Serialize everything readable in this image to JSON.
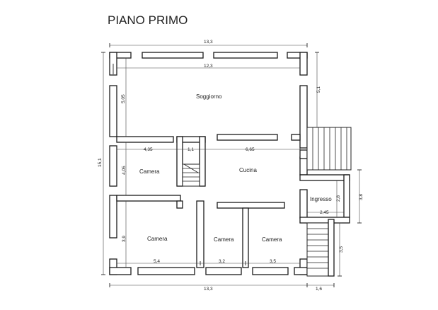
{
  "title": "PIANO PRIMO",
  "rooms": {
    "soggiorno": "Soggiorno",
    "camera_mid": "Camera",
    "cucina": "Cucina",
    "ingresso": "Ingresso",
    "camera_bl": "Camera",
    "camera_bc": "Camera",
    "camera_br": "Camera"
  },
  "dims": {
    "top_overall": "13,3",
    "top_inner": "12,3",
    "left_overall": "15,1",
    "soggiorno_depth": "5,05",
    "right_upper": "5,1",
    "camera_mid_width": "4,35",
    "stair_width": "1,1",
    "cucina_width": "6,65",
    "camera_mid_depth": "4,05",
    "ingresso_depth": "2,8",
    "ingresso_width": "2,45",
    "right_balcony": "3,8",
    "right_lower": "3,5",
    "camera_bl_depth": "3,9",
    "bottom_left": "5,4",
    "bottom_mid": "3,2",
    "bottom_right": "3,5",
    "bottom_overall": "13,3",
    "bottom_ext": "1,6"
  }
}
